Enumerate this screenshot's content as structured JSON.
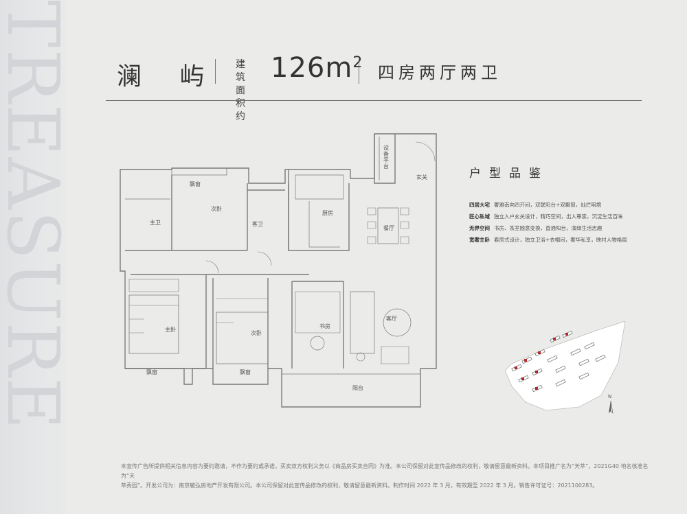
{
  "brand_word": "TREASURE",
  "header": {
    "name": "澜 屿",
    "area_label_top": "建 筑",
    "area_label_bottom": "面积约",
    "area_value": "126",
    "area_unit": "m",
    "area_unit_sup": "2",
    "layout": "四房两厅两卫"
  },
  "rooms": {
    "master_bath": "主卫",
    "bay_window_1": "飘窗",
    "bedroom_2_top": "次卧",
    "equipment_platform": "设备平台",
    "entrance": "玄关",
    "guest_bath": "客卫",
    "kitchen": "厨房",
    "dining": "餐厅",
    "master_bedroom": "主卧",
    "bedroom_2_bottom": "次卧",
    "study": "书房",
    "living": "客厅",
    "bay_window_2": "飘窗",
    "bay_window_3": "飘窗",
    "balcony": "阳台"
  },
  "features": {
    "title": "户型品鉴",
    "items": [
      {
        "label": "四居大宅",
        "text": "奢雅南向四开间，双联阳台+双飘窗，灿烂明境"
      },
      {
        "label": "匠心私域",
        "text": "独立入户玄关设计，精巧空间，出入尊崇，沉淀生活百味"
      },
      {
        "label": "无界空间",
        "text": "书房、茶室随意变换，直通阳台，演绎生活志趣"
      },
      {
        "label": "宽奢主卧",
        "text": "套房式设计，独立卫浴+衣帽间，奢华私享，映衬人物格局"
      }
    ]
  },
  "compass": {
    "label": "N"
  },
  "disclaimer": {
    "line1": "本宣传广告所提供相关信息内容为要约邀请，不作为要约或承诺，买卖双方权利义务以《商品房买卖合同》为准。本公司保留对此宣传品修改的权利，敬请留意最新资料。本项目推广名为“天萃”，2021G40 地名核准名为“天",
    "line2": "萃秀园”。开发公司为：南京毓弘房地产开发有限公司。本公司保留对此宣传品修改的权利，敬请留意最新资料。制作时间 2022 年 3 月，有效期至 2022 年 3 月。销售许可证号：2021100283。"
  }
}
